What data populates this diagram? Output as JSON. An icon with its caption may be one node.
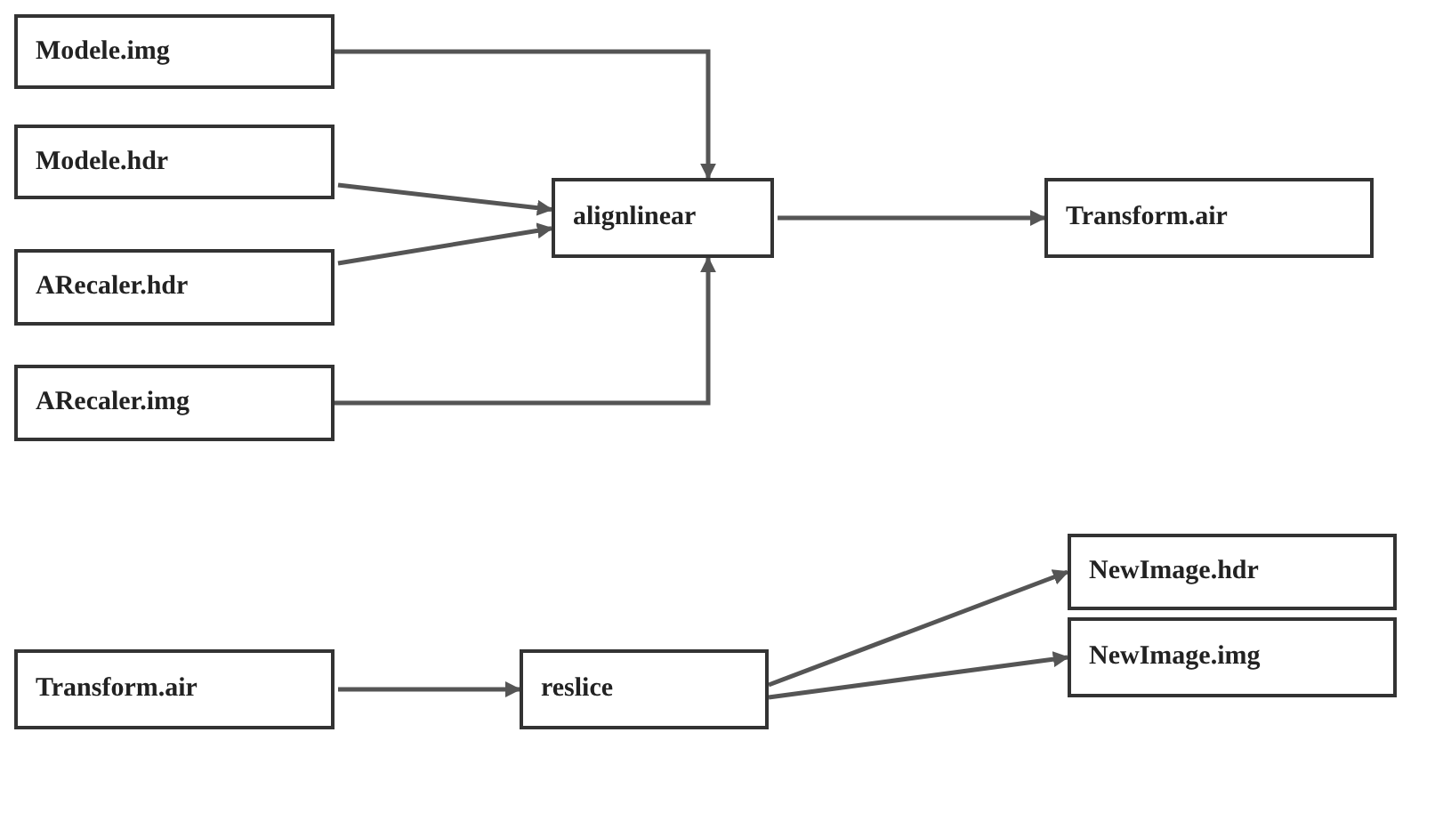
{
  "diagram": {
    "nodes": [
      {
        "text": [
          "Modele.img"
        ]
      },
      {
        "text": [
          "Modele.hdr"
        ]
      },
      {
        "text": [
          "ARecaler.hdr"
        ]
      },
      {
        "text": [
          "ARecaler.img"
        ]
      },
      {
        "text": [
          "alignlinear"
        ]
      },
      {
        "text": [
          "Transform.air"
        ]
      },
      {
        "text": [
          "Transform.air"
        ]
      },
      {
        "text": [
          "reslice"
        ]
      },
      {
        "text": [
          "NewImage.hdr"
        ]
      },
      {
        "text": [
          "NewImage.img"
        ]
      }
    ],
    "edges": [
      {
        "from": 0,
        "to": 4,
        "arrow": "to"
      },
      {
        "from": 1,
        "to": 4,
        "arrow": "to"
      },
      {
        "from": 2,
        "to": 4,
        "arrow": "to"
      },
      {
        "from": 3,
        "to": 4,
        "arrow": "to"
      },
      {
        "from": 4,
        "to": 5,
        "arrow": "to"
      },
      {
        "from": 6,
        "to": 7,
        "arrow": "to"
      },
      {
        "from": 7,
        "to": 8,
        "arrow": "to"
      },
      {
        "from": 7,
        "to": 9,
        "arrow": "to"
      }
    ]
  }
}
